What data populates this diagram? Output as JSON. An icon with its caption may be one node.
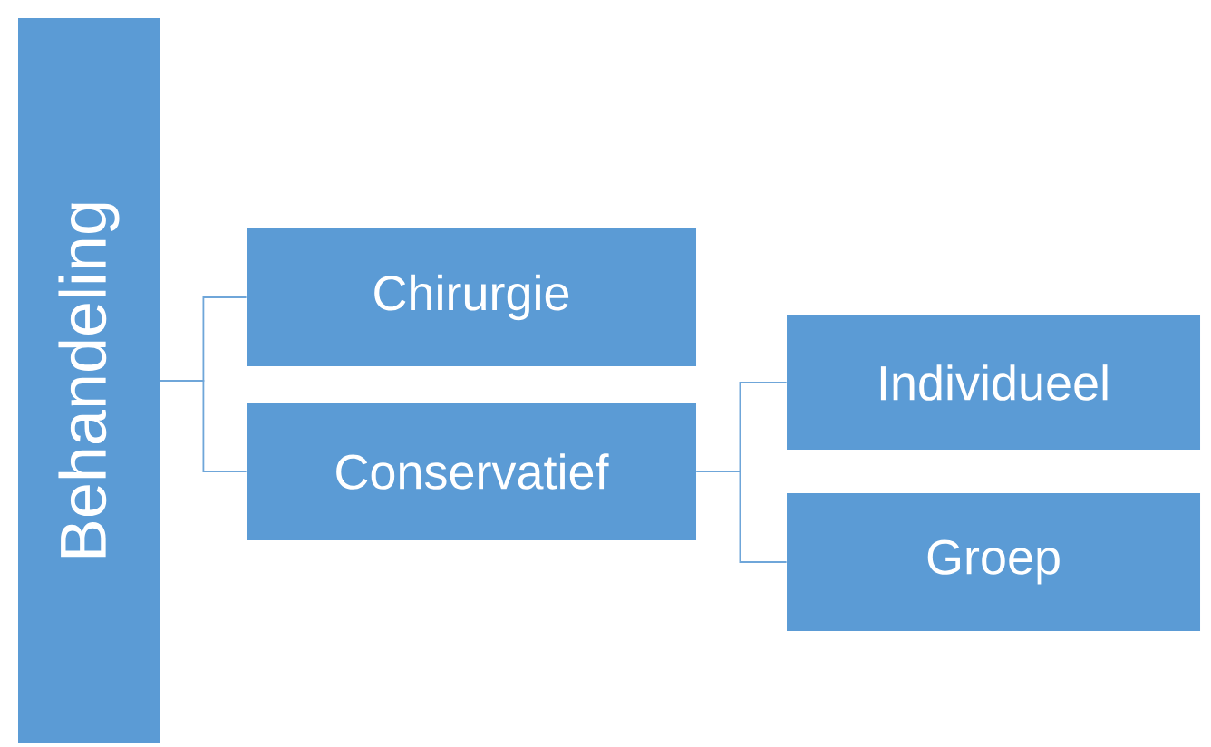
{
  "diagram": {
    "nodes": [
      {
        "text": [
          "Behandeling"
        ]
      },
      {
        "text": [
          "Chirurgie"
        ]
      },
      {
        "text": [
          "Conservatief"
        ]
      },
      {
        "text": [
          "Individueel"
        ]
      },
      {
        "text": [
          "Groep"
        ]
      }
    ],
    "edges": [
      {
        "from": 0,
        "to": 1,
        "arrow": "none"
      },
      {
        "from": 0,
        "to": 2,
        "arrow": "none"
      },
      {
        "from": 2,
        "to": 3,
        "arrow": "none"
      },
      {
        "from": 2,
        "to": 4,
        "arrow": "none"
      }
    ]
  }
}
